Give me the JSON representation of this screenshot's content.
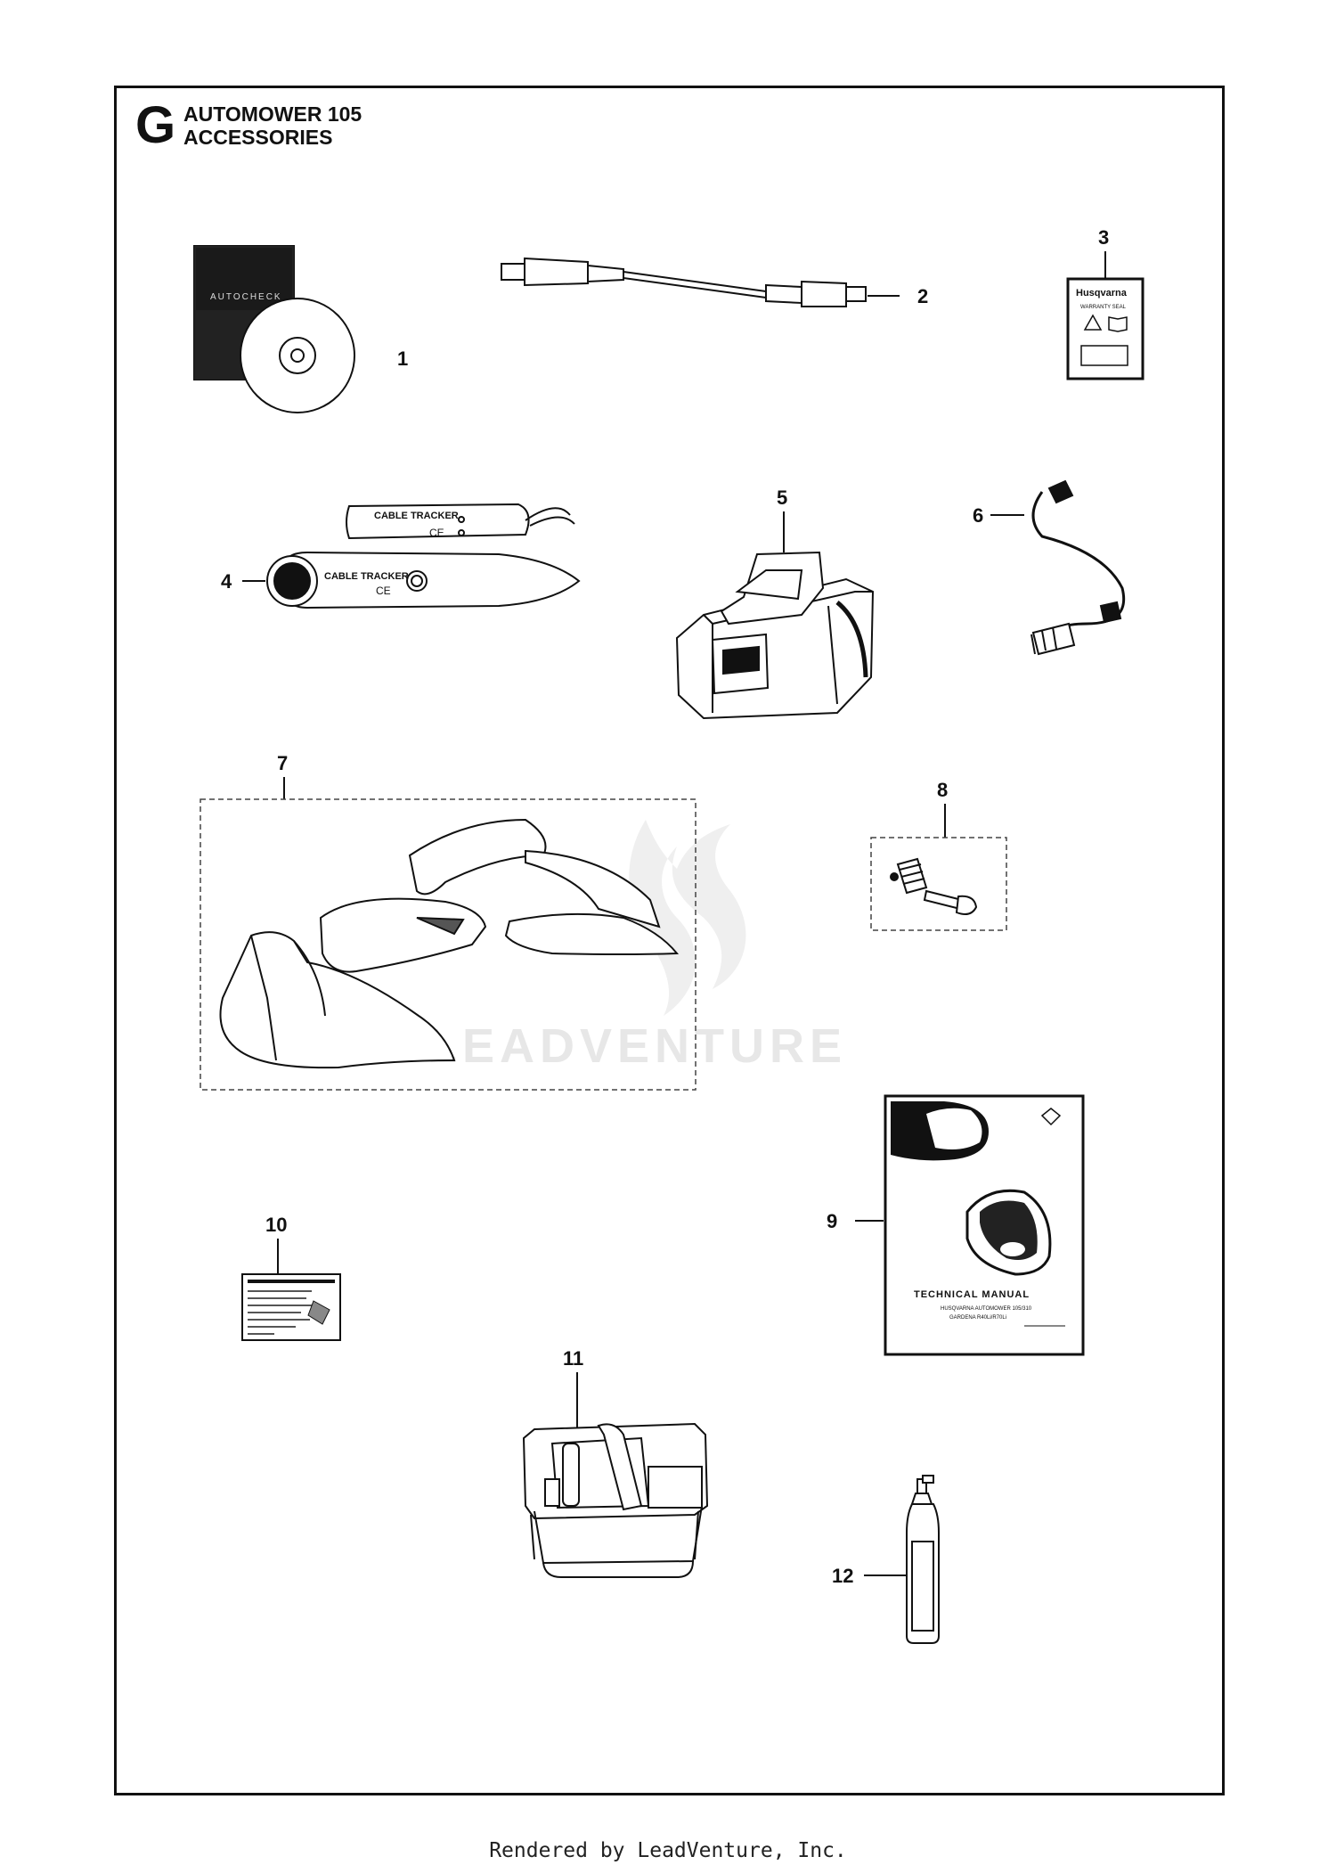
{
  "header": {
    "section_letter": "G",
    "title_line1": "AUTOMOWER 105",
    "title_line2": "ACCESSORIES"
  },
  "callouts": [
    "1",
    "2",
    "3",
    "4",
    "5",
    "6",
    "7",
    "8",
    "9",
    "10",
    "11",
    "12"
  ],
  "labels": {
    "autocheck": "AUTOCHECK",
    "husqvarna": "Husqvarna",
    "warranty_seal": "WARRANTY SEAL",
    "cable_tracker": "CABLE TRACKER",
    "ce_mark": "CE",
    "technical_manual": "TECHNICAL MANUAL",
    "manual_subtitle1": "HUSQVARNA AUTOMOWER 105/310",
    "manual_subtitle2": "GARDENA R40Li/R70Li"
  },
  "watermark": "LEADVENTURE",
  "footer": "Rendered by LeadVenture, Inc."
}
